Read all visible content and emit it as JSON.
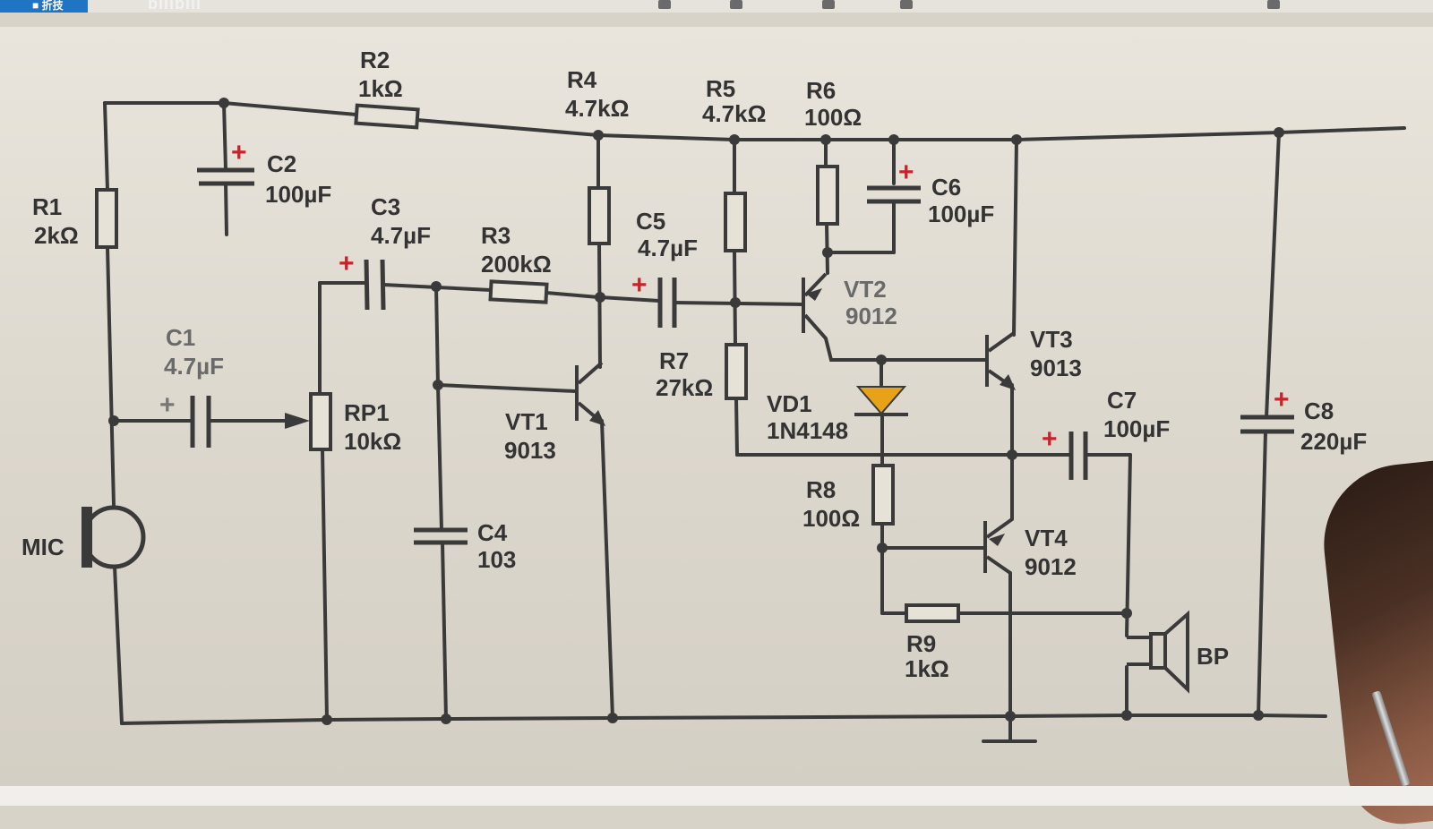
{
  "topbar": {
    "brand": "■ 折技",
    "logo": "bilibili"
  },
  "components": [
    {
      "id": "R1",
      "ref": "R1",
      "value": "2kΩ"
    },
    {
      "id": "R2",
      "ref": "R2",
      "value": "1kΩ"
    },
    {
      "id": "R3",
      "ref": "R3",
      "value": "200kΩ"
    },
    {
      "id": "R4",
      "ref": "R4",
      "value": "4.7kΩ"
    },
    {
      "id": "R5",
      "ref": "R5",
      "value": "4.7kΩ"
    },
    {
      "id": "R6",
      "ref": "R6",
      "value": "100Ω"
    },
    {
      "id": "R7",
      "ref": "R7",
      "value": "27kΩ"
    },
    {
      "id": "R8",
      "ref": "R8",
      "value": "100Ω"
    },
    {
      "id": "R9",
      "ref": "R9",
      "value": "1kΩ"
    },
    {
      "id": "RP1",
      "ref": "RP1",
      "value": "10kΩ"
    },
    {
      "id": "C1",
      "ref": "C1",
      "value": "4.7µF"
    },
    {
      "id": "C2",
      "ref": "C2",
      "value": "100µF"
    },
    {
      "id": "C3",
      "ref": "C3",
      "value": "4.7µF"
    },
    {
      "id": "C4",
      "ref": "C4",
      "value": "103"
    },
    {
      "id": "C5",
      "ref": "C5",
      "value": "4.7µF"
    },
    {
      "id": "C6",
      "ref": "C6",
      "value": "100µF"
    },
    {
      "id": "C7",
      "ref": "C7",
      "value": "100µF"
    },
    {
      "id": "C8",
      "ref": "C8",
      "value": "220µF"
    },
    {
      "id": "VT1",
      "ref": "VT1",
      "value": "9013"
    },
    {
      "id": "VT2",
      "ref": "VT2",
      "value": "9012"
    },
    {
      "id": "VT3",
      "ref": "VT3",
      "value": "9013"
    },
    {
      "id": "VT4",
      "ref": "VT4",
      "value": "9012"
    },
    {
      "id": "VD1",
      "ref": "VD1",
      "value": "1N4148"
    },
    {
      "id": "MIC",
      "ref": "MIC",
      "value": ""
    },
    {
      "id": "BP",
      "ref": "BP",
      "value": ""
    }
  ],
  "polarity_mark": "+",
  "colors": {
    "wire": "#3a3a3a",
    "paper": "#e2ddd3",
    "plus": "#c8232b",
    "diode": "#e8a21a",
    "label": "#333333",
    "brand": "#1f74c4"
  }
}
